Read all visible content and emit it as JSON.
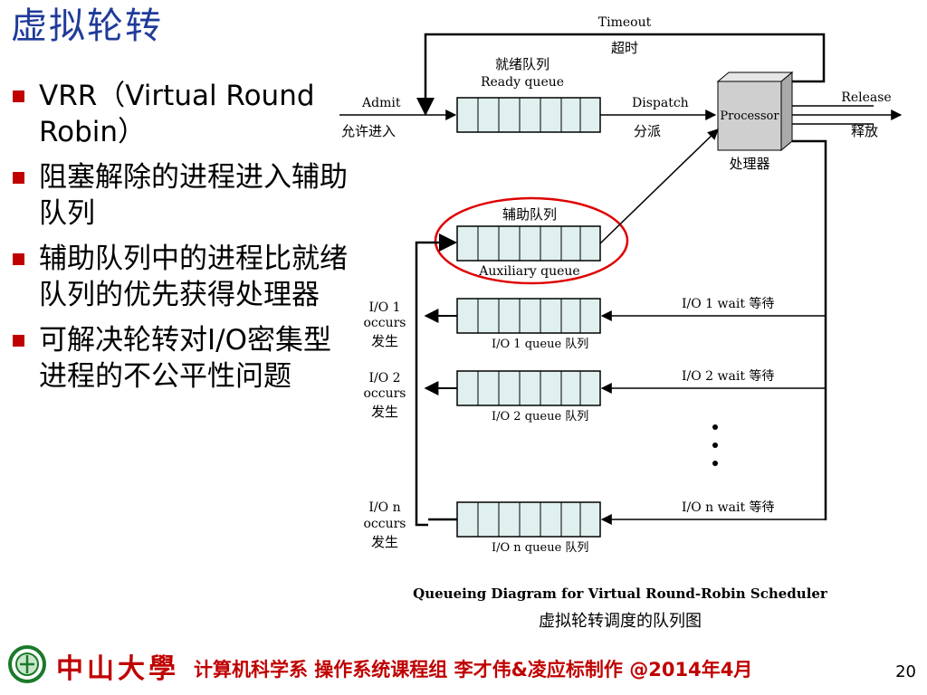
{
  "slide": {
    "title": "虚拟轮转",
    "bullets": [
      "VRR（Virtual Round Robin）",
      "阻塞解除的进程进入辅助队列",
      "辅助队列中的进程比就绪队列的优先获得处理器",
      "可解决轮转对I/O密集型进程的不公平性问题"
    ]
  },
  "diagram": {
    "timeout_en": "Timeout",
    "timeout_zh": "超时",
    "ready_zh": "就绪队列",
    "ready_en": "Ready queue",
    "admit_en": "Admit",
    "admit_zh": "允许进入",
    "dispatch_en": "Dispatch",
    "dispatch_zh": "分派",
    "processor_en": "Processor",
    "processor_zh": "处理器",
    "release_en": "Release",
    "release_zh": "释放",
    "aux_zh": "辅助队列",
    "aux_en": "Auxiliary queue",
    "io1_occurs": [
      "I/O 1",
      "occurs",
      "发生"
    ],
    "io1_queue": "I/O 1 queue 队列",
    "io1_wait": "I/O 1 wait 等待",
    "io2_occurs": [
      "I/O 2",
      "occurs",
      "发生"
    ],
    "io2_queue": "I/O 2 queue 队列",
    "io2_wait": "I/O 2 wait 等待",
    "ion_occurs": [
      "I/O n",
      "occurs",
      "发生"
    ],
    "ion_queue": "I/O n queue 队列",
    "ion_wait": "I/O n wait 等待",
    "caption_en": "Queueing Diagram for Virtual Round-Robin Scheduler",
    "caption_zh": "虚拟轮转调度的队列图"
  },
  "footer": {
    "university": "中山大學",
    "text": "计算机科学系 操作系统课程组 李才伟&凌应标制作 @2014年4月",
    "page": "20"
  },
  "colors": {
    "title": "#1f3b9a",
    "bullet": "#c00000",
    "footer": "#c00000",
    "queue_fill": "#dff0ee",
    "highlight": "#e00000"
  }
}
